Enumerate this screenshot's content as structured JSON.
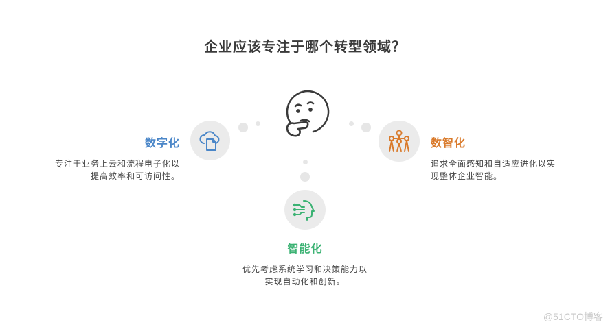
{
  "title": "企业应该专注于哪个转型领域？",
  "center": {
    "icon": "thinking-face-icon"
  },
  "options": {
    "digitization": {
      "heading": "数字化",
      "description_line1": "专注于业务上云和流程电子化以",
      "description_line2": "提高效率和可访问性。",
      "color": "#4a86c8",
      "icon": "cloud-document-icon"
    },
    "intelligentization": {
      "heading": "智能化",
      "description_line1": "优先考虑系统学习和决策能力以",
      "description_line2": "实现自动化和创新。",
      "color": "#3bb273",
      "icon": "ai-head-icon"
    },
    "digital_intelligence": {
      "heading": "数智化",
      "description_line1": "追求全面感知和自适应进化以实",
      "description_line2": "现整体企业智能。",
      "color": "#d97a2b",
      "icon": "connected-people-icon"
    }
  },
  "watermark": "@51CTO博客"
}
